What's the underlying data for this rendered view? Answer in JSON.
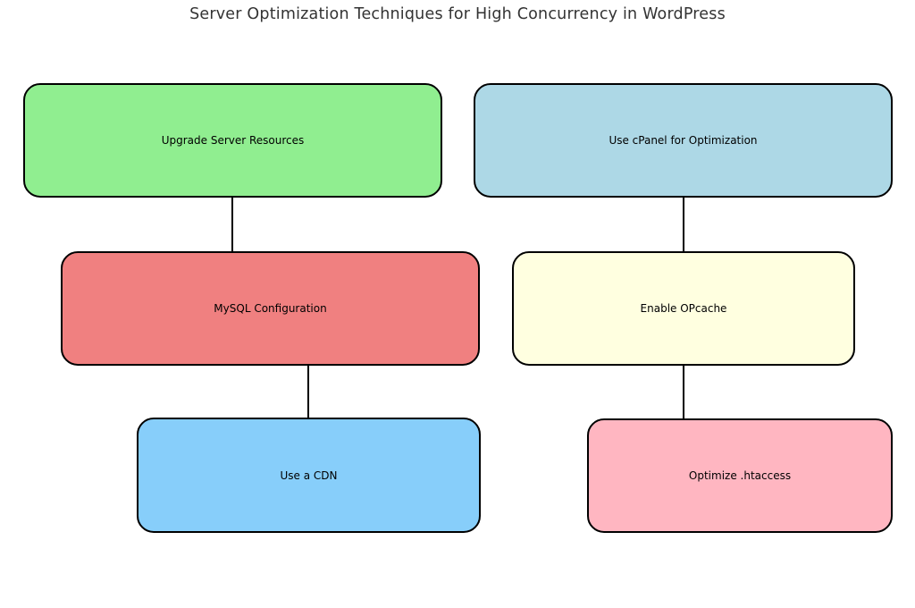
{
  "diagram": {
    "title": "Server Optimization Techniques for High Concurrency in WordPress",
    "type": "flowchart",
    "background": "#FFFFFF",
    "title_color": "#333333",
    "node_text_color": "#000000",
    "node_border_color": "#000000",
    "edge_color": "#000000",
    "nodes": [
      {
        "id": "upgrade-server-resources",
        "label": "Upgrade Server Resources",
        "color": "#90EE90",
        "column": "left",
        "row": 1
      },
      {
        "id": "use-cpanel",
        "label": "Use cPanel for Optimization",
        "color": "#ADD8E6",
        "column": "right",
        "row": 1
      },
      {
        "id": "mysql-configuration",
        "label": "MySQL Configuration",
        "color": "#F08080",
        "column": "left",
        "row": 2
      },
      {
        "id": "enable-opcache",
        "label": "Enable OPcache",
        "color": "#FFFFE0",
        "column": "right",
        "row": 2
      },
      {
        "id": "use-a-cdn",
        "label": "Use a CDN",
        "color": "#87CEFA",
        "column": "left",
        "row": 3
      },
      {
        "id": "optimize-htaccess",
        "label": "Optimize .htaccess",
        "color": "#FFB6C1",
        "column": "right",
        "row": 3
      }
    ],
    "edges": [
      {
        "from": "upgrade-server-resources",
        "to": "mysql-configuration"
      },
      {
        "from": "use-cpanel",
        "to": "enable-opcache"
      },
      {
        "from": "mysql-configuration",
        "to": "use-a-cdn"
      },
      {
        "from": "enable-opcache",
        "to": "optimize-htaccess"
      }
    ]
  }
}
